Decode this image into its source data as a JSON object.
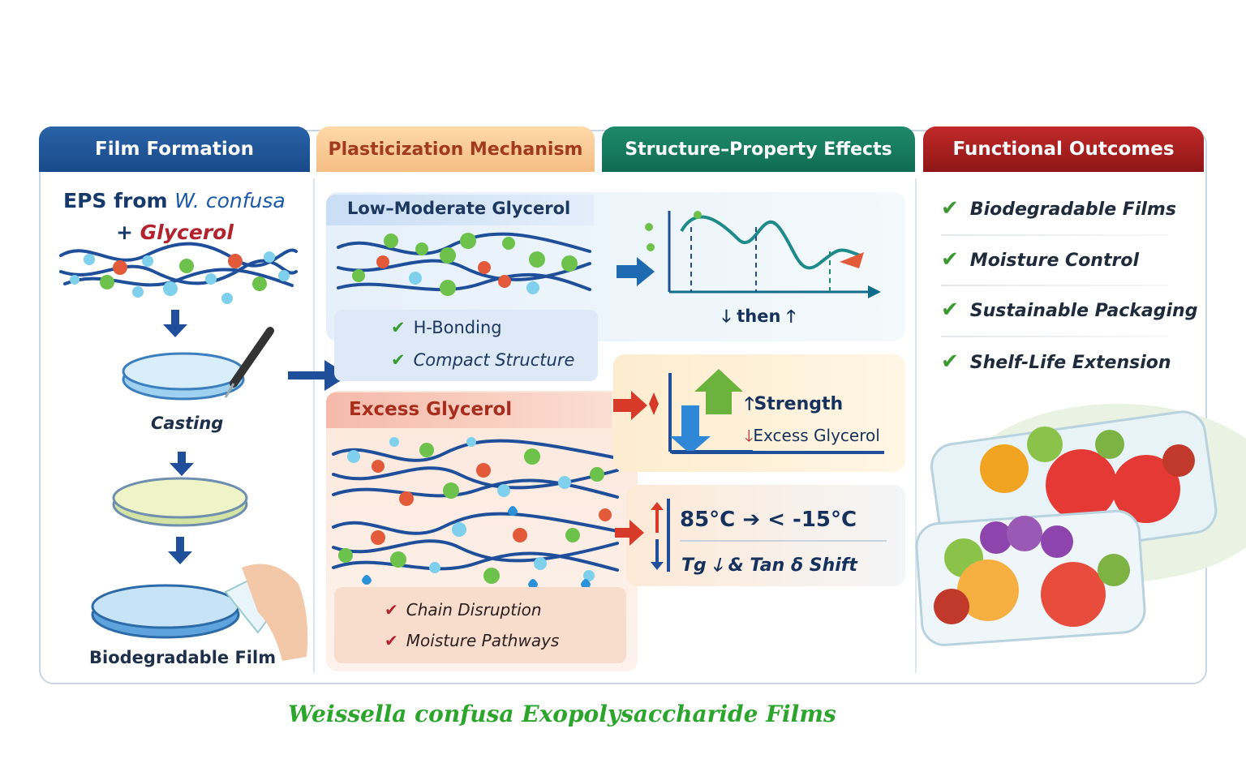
{
  "headers": {
    "film_formation": "Film Formation",
    "plasticization": "Plasticization Mechanism",
    "structure_property": "Structure–Property Effects",
    "functional_outcomes": "Functional Outcomes"
  },
  "film_formation": {
    "eps_prefix": "EPS from ",
    "eps_species": "W. confusa",
    "plus": "+ ",
    "glycerol": "Glycerol",
    "step_casting": "Casting",
    "step_film": "Biodegradable Film"
  },
  "plasticization": {
    "low_title": "Low–Moderate Glycerol",
    "low_items": [
      "H-Bonding",
      "Compact Structure"
    ],
    "excess_title": "Excess Glycerol",
    "excess_items": [
      "Chain Disruption",
      "Moisture Pathways"
    ]
  },
  "effects": {
    "curve_label": "then",
    "strength_up": "Strength",
    "excess_down": "Excess Glycerol",
    "temp_shift": "85°C",
    "temp_to": "< -15°C",
    "tg_label": "Tg",
    "tan_label": "& Tan δ Shift"
  },
  "outcomes": [
    "Biodegradable Films",
    "Moisture Control",
    "Sustainable Packaging",
    "Shelf-Life Extension"
  ],
  "caption": "Weissella confusa Exopolysaccharide Films",
  "colors": {
    "blue": "#174a8a",
    "orange": "#f4bd84",
    "green": "#0f6c52",
    "red": "#8f1616",
    "caption_green": "#2ca52c"
  }
}
